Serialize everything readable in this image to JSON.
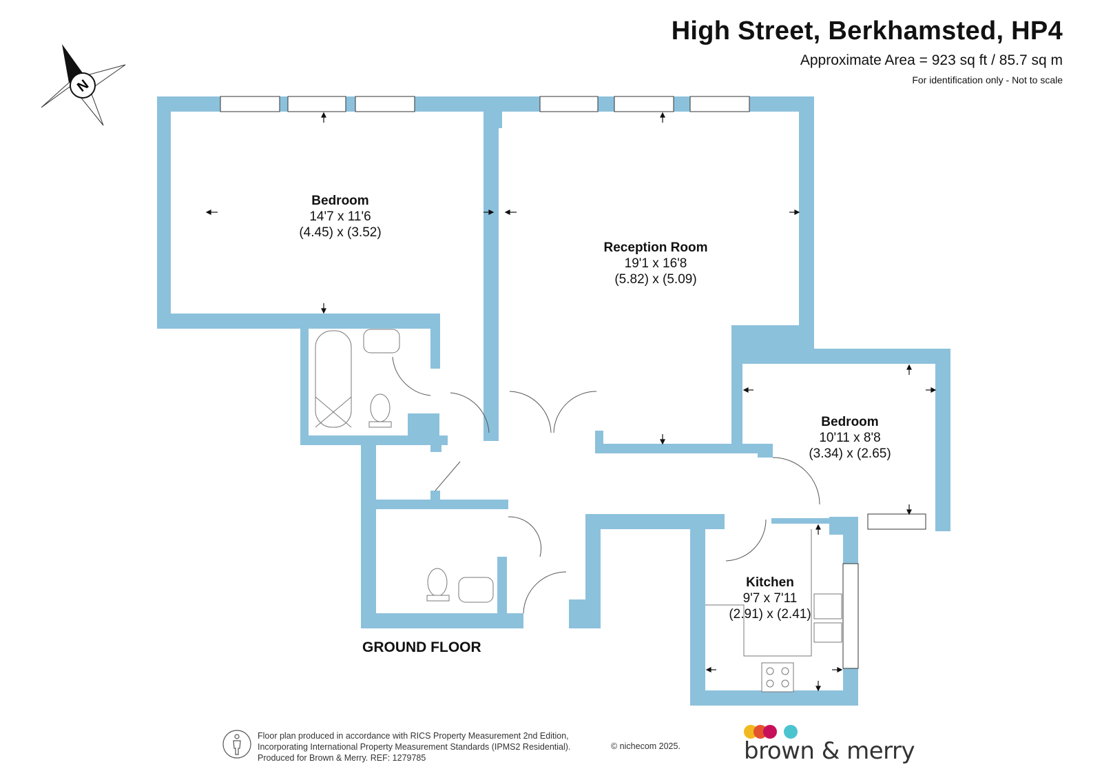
{
  "header": {
    "title": "High Street, Berkhamsted, HP4",
    "area": "Approximate Area = 923 sq ft / 85.7 sq m",
    "note": "For identification only - Not to scale"
  },
  "compass": {
    "label": "N"
  },
  "colors": {
    "wall": "#8cc1dc",
    "window": "#ffffff",
    "fixture": "#8cc1dc"
  },
  "rooms": [
    {
      "name": "Bedroom",
      "imperial": "14'7 x 11'6",
      "metric": "(4.45) x (3.52)"
    },
    {
      "name": "Reception Room",
      "imperial": "19'1 x 16'8",
      "metric": "(5.82) x (5.09)"
    },
    {
      "name": "Bedroom",
      "imperial": "10'11 x 8'8",
      "metric": "(3.34) x (2.65)"
    },
    {
      "name": "Kitchen",
      "imperial": "9'7 x 7'11",
      "metric": "(2.91) x (2.41)"
    }
  ],
  "floor_label": "GROUND FLOOR",
  "footer": {
    "line1": "Floor plan produced in accordance with RICS Property Measurement 2nd Edition,",
    "line2": "Incorporating International Property Measurement Standards (IPMS2 Residential).",
    "line3": "Produced for Brown & Merry.   REF: 1279785",
    "copyright": "© nichecom 2025."
  },
  "brand": {
    "name": "brown & merry",
    "dot_colors": [
      "#f2b820",
      "#e5532e",
      "#c8105a",
      "#4cc4cf"
    ]
  }
}
